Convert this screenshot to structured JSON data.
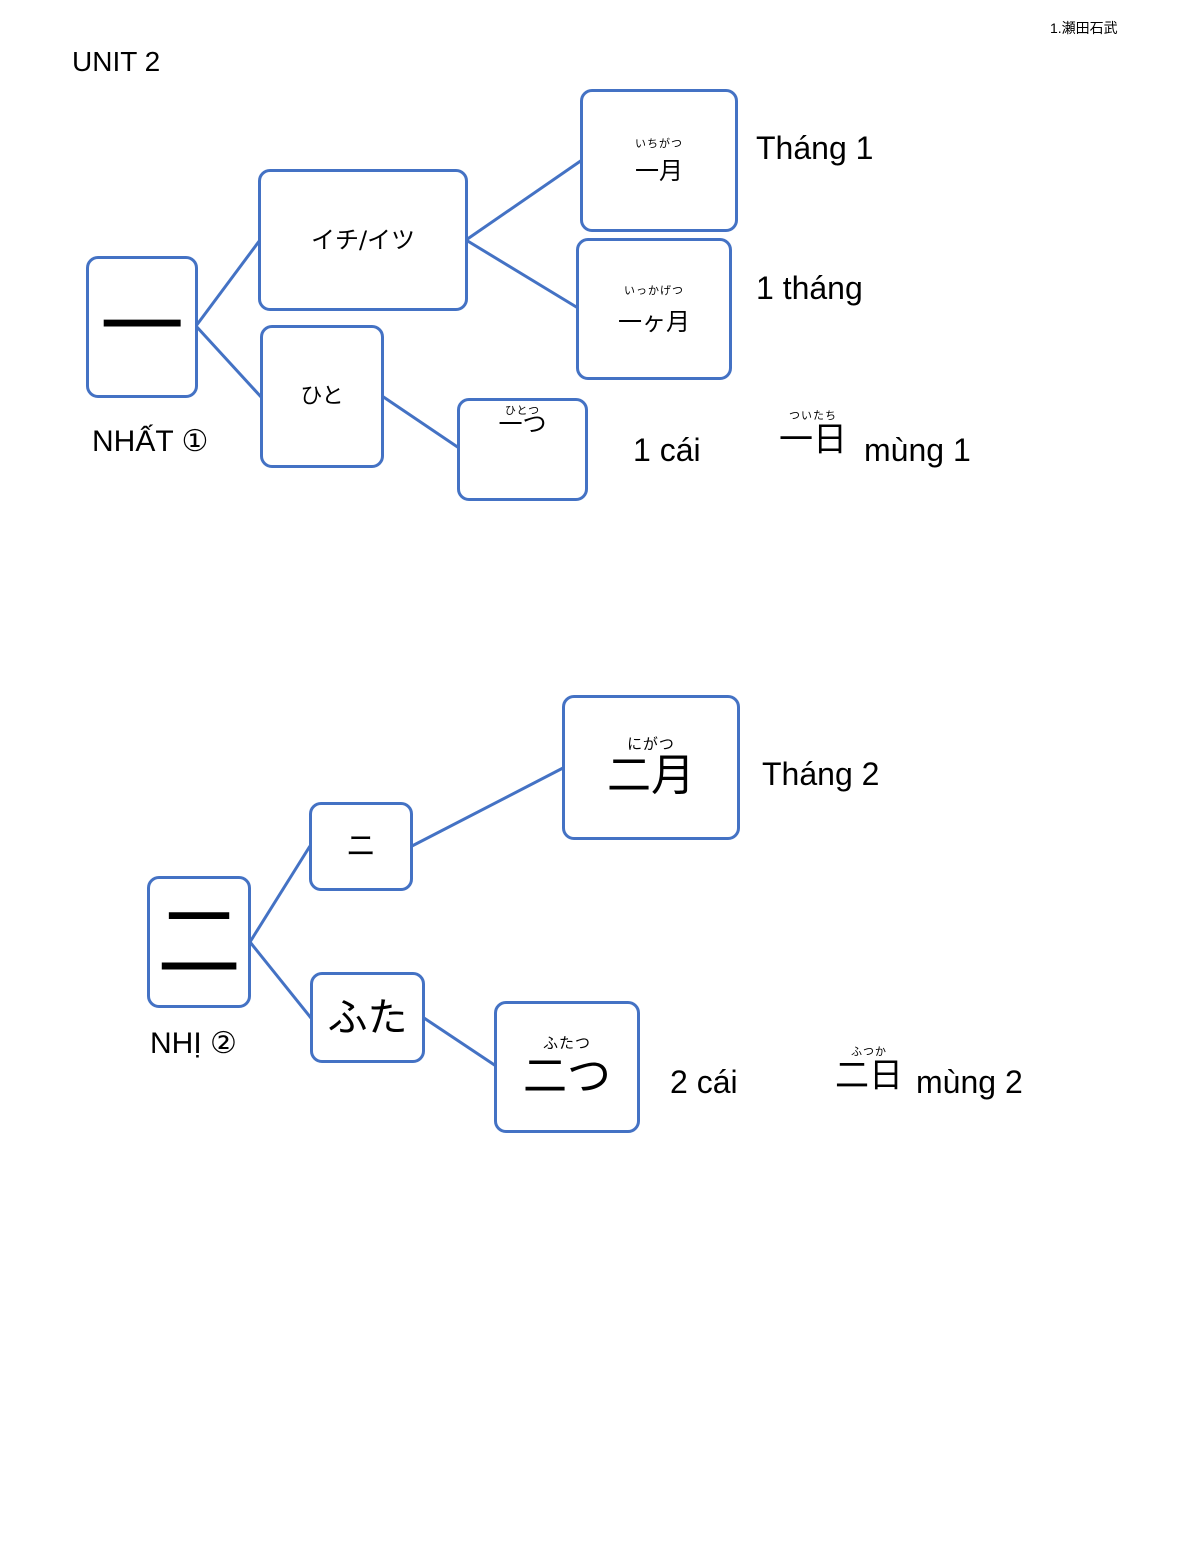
{
  "header": {
    "page_tag": "1.瀬田石武",
    "unit_title": "UNIT 2"
  },
  "colors": {
    "accent": "#4472c4"
  },
  "kanji_1": {
    "character": "一",
    "label": "NHẤT ①",
    "on_reading": "イチ/イツ",
    "kun_reading": "ひと",
    "words": {
      "ichigatsu": {
        "furigana": "いちがつ",
        "word": "一月",
        "meaning": "Tháng 1"
      },
      "ikkagetsu": {
        "furigana": "いっかげつ",
        "word": "一ヶ月",
        "meaning": "1 tháng"
      },
      "hitotsu": {
        "furigana": "ひとつ",
        "word": "一つ",
        "meaning": "1 cái"
      },
      "tsuitachi": {
        "furigana": "ついたち",
        "word": "一日",
        "meaning": "mùng 1"
      }
    }
  },
  "kanji_2": {
    "character": "二",
    "label": "NHỊ ②",
    "on_reading": "ニ",
    "kun_reading": "ふた",
    "words": {
      "nigatsu": {
        "furigana": "にがつ",
        "word": "二月",
        "meaning": "Tháng 2"
      },
      "futatsu": {
        "furigana": "ふたつ",
        "word": "二つ",
        "meaning": "2 cái"
      },
      "futsuka": {
        "furigana": "ふつか",
        "word": "二日",
        "meaning": "mùng 2"
      }
    }
  }
}
